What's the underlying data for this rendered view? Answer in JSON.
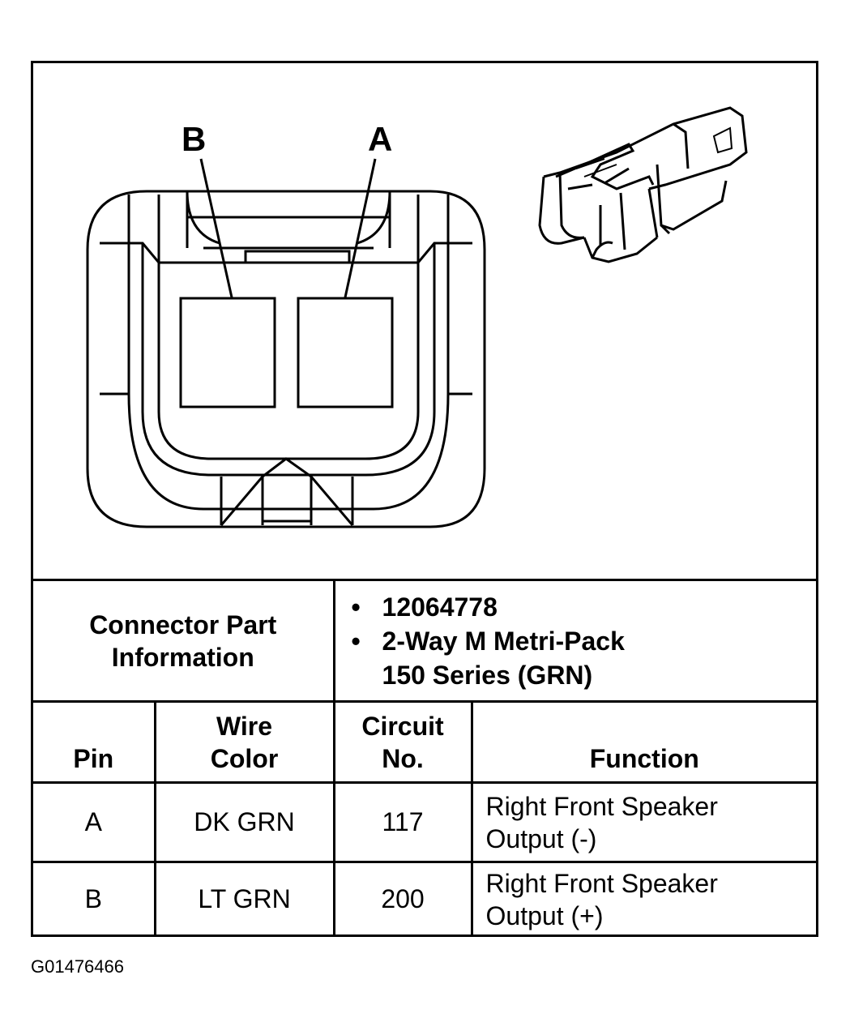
{
  "diagram": {
    "pin_labels": [
      "B",
      "A"
    ]
  },
  "connector_info": {
    "label_line1": "Connector Part",
    "label_line2": "Information",
    "part_number": "12064778",
    "description_line1": "2-Way M Metri-Pack",
    "description_line2": "150 Series (GRN)"
  },
  "table": {
    "headers": {
      "pin": "Pin",
      "wire_color_line1": "Wire",
      "wire_color_line2": "Color",
      "circuit_line1": "Circuit",
      "circuit_line2": "No.",
      "function": "Function"
    },
    "rows": [
      {
        "pin": "A",
        "wire_color": "DK GRN",
        "circuit": "117",
        "function_line1": "Right Front Speaker",
        "function_line2": "Output (-)"
      },
      {
        "pin": "B",
        "wire_color": "LT GRN",
        "circuit": "200",
        "function_line1": "Right Front Speaker",
        "function_line2": "Output (+)"
      }
    ]
  },
  "figure_id": "G01476466"
}
